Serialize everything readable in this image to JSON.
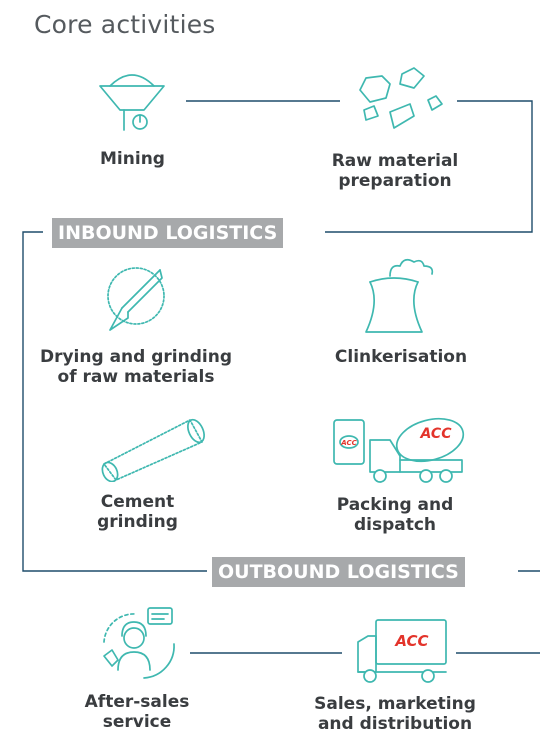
{
  "title": "Core activities",
  "bands": {
    "inbound": "INBOUND LOGISTICS",
    "outbound": "OUTBOUND LOGISTICS"
  },
  "activities": {
    "mining": {
      "line1": "Mining",
      "icon": "mining-cart-icon"
    },
    "raw_prep": {
      "line1": "Raw material",
      "line2": "preparation",
      "icon": "raw-material-rocks-icon"
    },
    "drying": {
      "line1": "Drying and grinding",
      "line2": "of raw materials",
      "icon": "grinding-mill-icon"
    },
    "clinker": {
      "line1": "Clinkerisation",
      "icon": "kiln-tower-icon"
    },
    "cement_grinding": {
      "line1": "Cement",
      "line2": "grinding",
      "icon": "cement-roller-icon"
    },
    "packing": {
      "line1": "Packing and",
      "line2": "dispatch",
      "icon": "cement-truck-icon",
      "brand": "ACC"
    },
    "after_sales": {
      "line1": "After-sales",
      "line2": "service",
      "icon": "customer-support-icon"
    },
    "sales": {
      "line1": "Sales, marketing",
      "line2": "and distribution",
      "icon": "delivery-truck-icon",
      "brand": "ACC"
    }
  },
  "colors": {
    "accent": "#3fb8b0",
    "connector": "#1f4d6b",
    "band": "#a7a9ab",
    "brand_red": "#e3342b"
  }
}
